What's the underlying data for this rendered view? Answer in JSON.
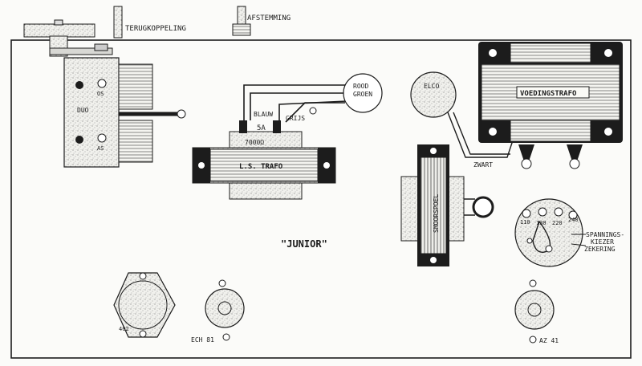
{
  "labels": {
    "feedback_knob": "TERUGKOPPELING",
    "tuning_knob": "AFSTEMMING",
    "capacitor_section_1": "OS",
    "capacitor_name": "DUO",
    "capacitor_section_2": "AS",
    "wire_red": "ROOD",
    "wire_green": "GROEN",
    "wire_blue": "BLAUW",
    "wire_grey": "GRIJS",
    "impedance_primary": "5A",
    "impedance_secondary": "7000Ω",
    "output_transformer": "L.S. TRAFO",
    "electrolytic": "ELCO",
    "power_transformer": "VOEDINGSTRAFO",
    "wire_black": "ZWART",
    "choke": "SMOORSPOEL",
    "board_title": "\"JUNIOR\"",
    "voltage_110": "110",
    "voltage_130": "130",
    "voltage_220": "220",
    "voltage_240": "240",
    "voltage_selector": "SPANNINGS-",
    "voltage_selector_2": "KIEZER",
    "fuse": "ZEKERING",
    "tube_rectifier_socket": "402",
    "tube_ech81": "ECH 81",
    "tube_az41": "AZ 41"
  },
  "colors": {
    "ink": "#1c1c1c",
    "stipple": "#8a8a8a",
    "paper": "#fbfbf9"
  }
}
